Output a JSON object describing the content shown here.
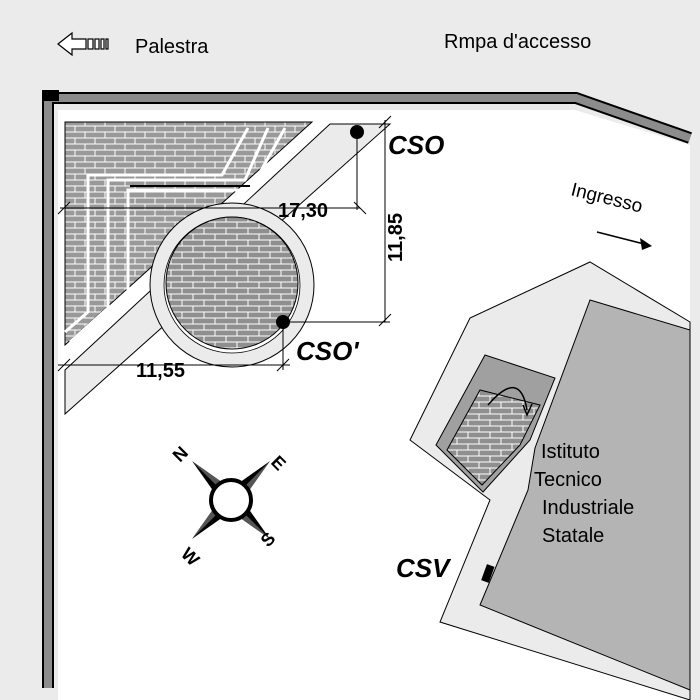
{
  "labels": {
    "gym": "Palestra",
    "ramp": "Rmpa d'accesso",
    "entrance": "Ingresso",
    "school": [
      "Istituto",
      "Tecnico",
      "Industriale",
      "Statale"
    ]
  },
  "points": {
    "cso": "CSO",
    "cso_prime": "CSO'",
    "csv": "CSV"
  },
  "dimensions": {
    "horizontal_1": "17,30",
    "vertical": "11,85",
    "horizontal_2": "11,55"
  },
  "compass": {
    "n": "N",
    "e": "E",
    "s": "S",
    "w": "W"
  },
  "colors": {
    "background": "#ebebeb",
    "courtyard": "#ffffff",
    "wall": "#8c8c8c",
    "brick": "#999999",
    "building": "#b4b4b4",
    "lines": "#000000"
  }
}
